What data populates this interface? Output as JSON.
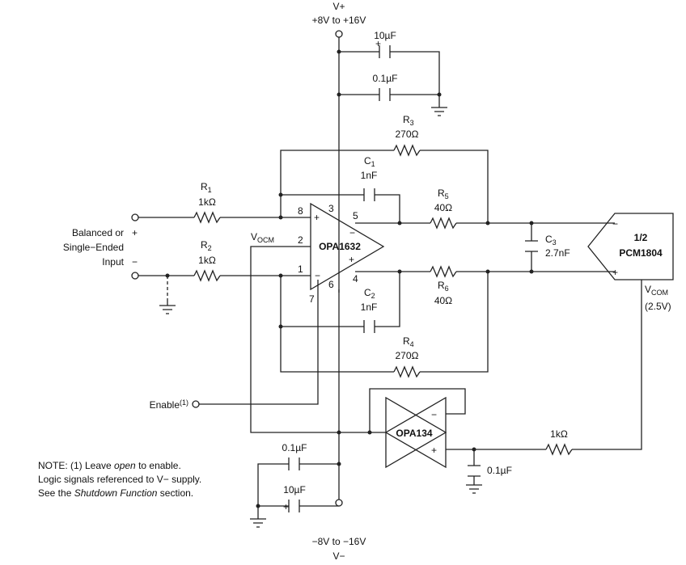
{
  "supply": {
    "vplus_name": "V+",
    "vplus_range": "+8V to +16V",
    "vminus_range": "−8V to −16V",
    "vminus_name": "V−"
  },
  "opamp_main": {
    "name": "OPA1632",
    "pins": [
      "8",
      "3",
      "5",
      "2",
      "1",
      "4",
      "6",
      "7"
    ]
  },
  "opamp_buffer": {
    "name": "OPA134"
  },
  "adc": {
    "line1": "1/2",
    "line2": "PCM1804"
  },
  "components": {
    "r1": {
      "ref": "R",
      "sub": "1",
      "value": "1kΩ"
    },
    "r2": {
      "ref": "R",
      "sub": "2",
      "value": "1kΩ"
    },
    "r3": {
      "ref": "R",
      "sub": "3",
      "value": "270Ω"
    },
    "r4": {
      "ref": "R",
      "sub": "4",
      "value": "270Ω"
    },
    "r5": {
      "ref": "R",
      "sub": "5",
      "value": "40Ω"
    },
    "r6": {
      "ref": "R",
      "sub": "6",
      "value": "40Ω"
    },
    "r_vcom": {
      "value": "1kΩ"
    },
    "c1": {
      "ref": "C",
      "sub": "1",
      "value": "1nF"
    },
    "c2": {
      "ref": "C",
      "sub": "2",
      "value": "1nF"
    },
    "c3": {
      "ref": "C",
      "sub": "3",
      "value": "2.7nF"
    },
    "c_top_big": {
      "value": "10µF"
    },
    "c_top_small": {
      "value": "0.1µF"
    },
    "c_bot_small": {
      "value": "0.1µF"
    },
    "c_bot_big": {
      "value": "10µF"
    },
    "c_vcom": {
      "value": "0.1µF"
    }
  },
  "labels": {
    "input_line1": "Balanced or",
    "input_line2": "Single−Ended",
    "input_line3": "Input",
    "plus": "+",
    "minus": "−",
    "vocm_main": "V",
    "vocm_sub": "OCM",
    "vcom_main": "V",
    "vcom_sub": "COM",
    "vcom_value": "(2.5V)",
    "enable": "Enable",
    "enable_sup": "(1)"
  },
  "note": {
    "line1_a": "NOTE: (1) Leave ",
    "line1_b": "open",
    "line1_c": " to enable.",
    "line2": "Logic signals referenced to V− supply.",
    "line3_a": "See the ",
    "line3_b": "Shutdown Function",
    "line3_c": " section."
  }
}
